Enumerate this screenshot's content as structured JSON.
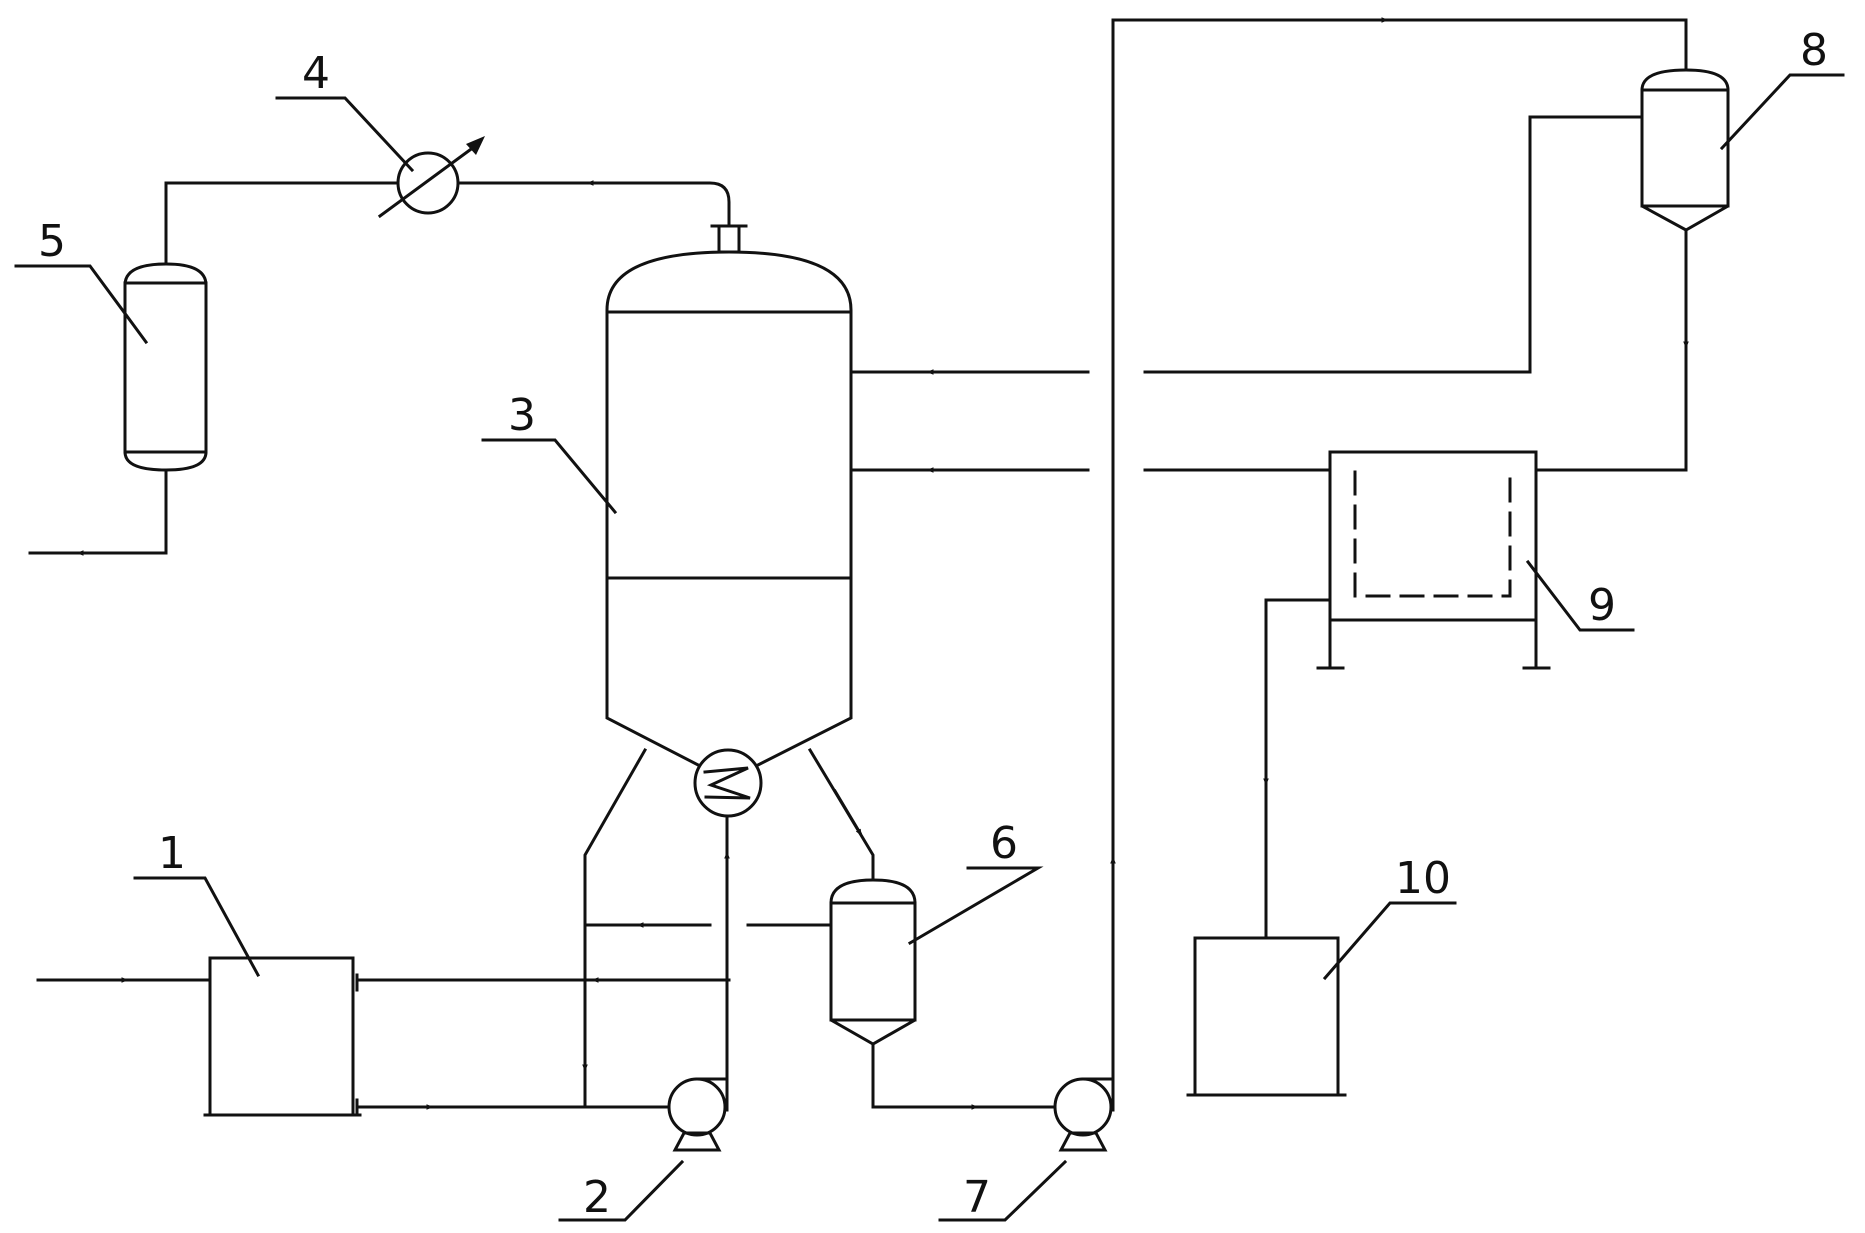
{
  "labels": {
    "n1": "1",
    "n2": "2",
    "n3": "3",
    "n4": "4",
    "n5": "5",
    "n6": "6",
    "n7": "7",
    "n8": "8",
    "n9": "9",
    "n10": "10"
  },
  "colors": {
    "stroke": "#111111",
    "background": "#ffffff"
  }
}
